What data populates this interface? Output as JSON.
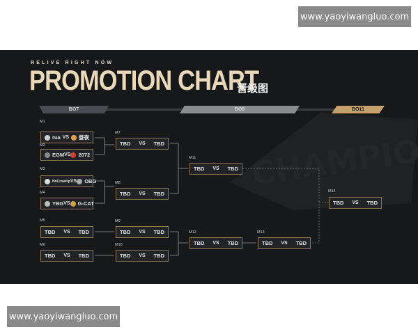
{
  "watermark_top": "www.yaoyiwangluo.com",
  "watermark_bottom": "www.yaoyiwangluo.com",
  "header": {
    "tagline": "RELIVE RIGHT NOW",
    "title": "PROMOTION CHART",
    "subtitle": "晋级图"
  },
  "stages": {
    "bo7": "BO7",
    "bo9": "BO9",
    "bo11": "BO11"
  },
  "vs": "VS",
  "colors": {
    "background": "#17181a",
    "accent_gold": "#c5a06a",
    "match_border": "#8c7a5a"
  },
  "matches": {
    "m1": {
      "label": "M1",
      "team1": "rua",
      "team2": "昼夜",
      "team1_icon": "spiral-icon",
      "team2_icon": "bird-icon"
    },
    "m2": {
      "label": "M2",
      "team1": "EGM",
      "team2": "2072",
      "team1_icon": "egm-logo-icon",
      "team2_icon": "2072-logo-icon"
    },
    "m3": {
      "label": "M3",
      "team1": "NoCrowHp",
      "team2": "OBG",
      "team1_icon": "crow-icon",
      "team2_icon": "obg-logo-icon"
    },
    "m4": {
      "label": "M4",
      "team1": "YBG",
      "team2": "G-CAT",
      "team1_icon": "ybg-logo-icon",
      "team2_icon": "cat-icon"
    },
    "m5": {
      "label": "M5",
      "team1": "TBD",
      "team2": "TBD"
    },
    "m6": {
      "label": "M6",
      "team1": "TBD",
      "team2": "TBD"
    },
    "m7": {
      "label": "M7",
      "team1": "TBD",
      "team2": "TBD"
    },
    "m8": {
      "label": "M8",
      "team1": "TBD",
      "team2": "TBD"
    },
    "m9": {
      "label": "M9",
      "team1": "TBD",
      "team2": "TBD"
    },
    "m10": {
      "label": "M10",
      "team1": "TBD",
      "team2": "TBD"
    },
    "m11": {
      "label": "M11",
      "team1": "TBD",
      "team2": "TBD"
    },
    "m12": {
      "label": "M12",
      "team1": "TBD",
      "team2": "TBD"
    },
    "m13": {
      "label": "M13",
      "team1": "TBD",
      "team2": "TBD"
    },
    "m14": {
      "label": "M14",
      "team1": "TBD",
      "team2": "TBD"
    }
  }
}
